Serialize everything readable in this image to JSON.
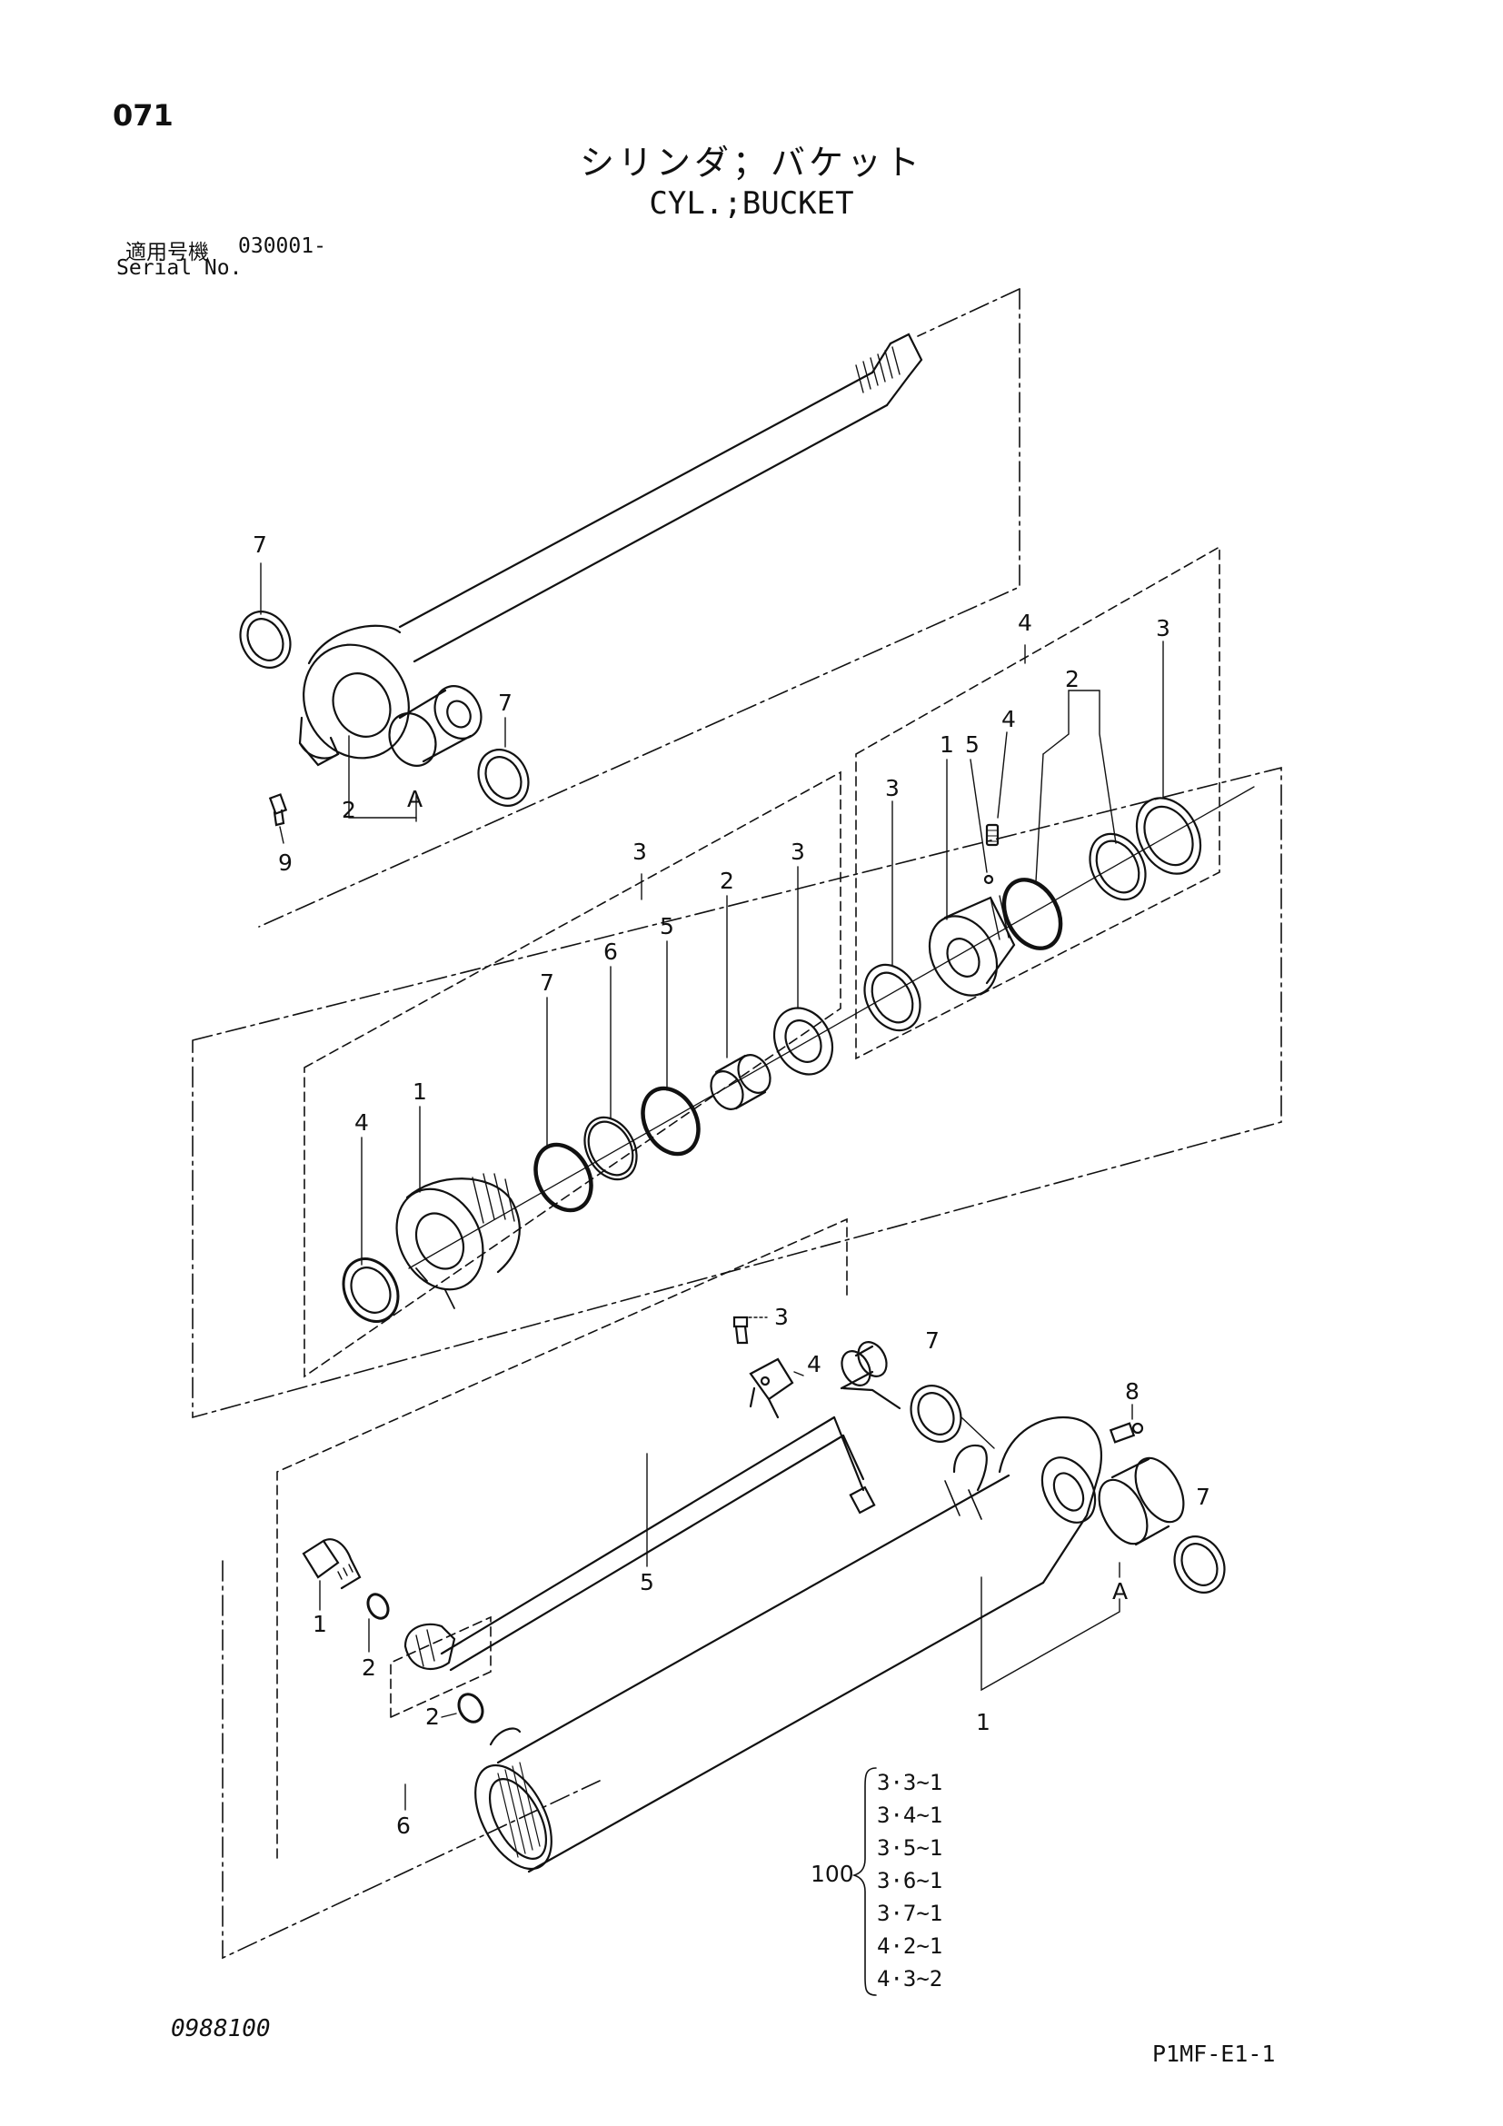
{
  "header": {
    "page_number": "071",
    "title_ja": "シリンダ；バケット",
    "title_en": "CYL.;BUCKET",
    "serial_label_ja": "適用号機",
    "serial_value": "030001-",
    "serial_label_en": "Serial No."
  },
  "callouts": {
    "rod_end": {
      "seal_left": "7",
      "seal_right": "7",
      "bushing_group": "2",
      "view_a": "A",
      "grease_fitting": "9"
    },
    "head_kit": {
      "group": "3",
      "head": "1",
      "dust_seal": "4",
      "backup_ring": "7",
      "o_ring": "6",
      "ring": "5",
      "bushing": "2",
      "rod_seal": "3"
    },
    "piston_kit": {
      "group": "4",
      "piston": "1",
      "nut": "5",
      "set_screw": "4",
      "seal_ring_group": "2",
      "wear_ring_right": "3",
      "wear_ring_left": "3"
    },
    "tube_assy": {
      "check_valve": "1",
      "o_ring_upper": "2",
      "o_ring_lower": "2",
      "pipe": "5",
      "group": "6",
      "bolt": "3",
      "clamp": "4",
      "seal_left": "7",
      "grease_fitting": "8",
      "seal_right": "7",
      "view_a": "A",
      "cylinder_tube": "1"
    }
  },
  "reference_kit": {
    "quantity": "100",
    "items": [
      "3·3~1",
      "3·4~1",
      "3·5~1",
      "3·6~1",
      "3·7~1",
      "4·2~1",
      "4·3~2"
    ]
  },
  "footer": {
    "document_code": "0988100",
    "sheet_code": "P1MF-E1-1"
  },
  "icons": [
    "brace-icon"
  ],
  "colors": {
    "ink": "#111111",
    "paper": "#ffffff"
  }
}
